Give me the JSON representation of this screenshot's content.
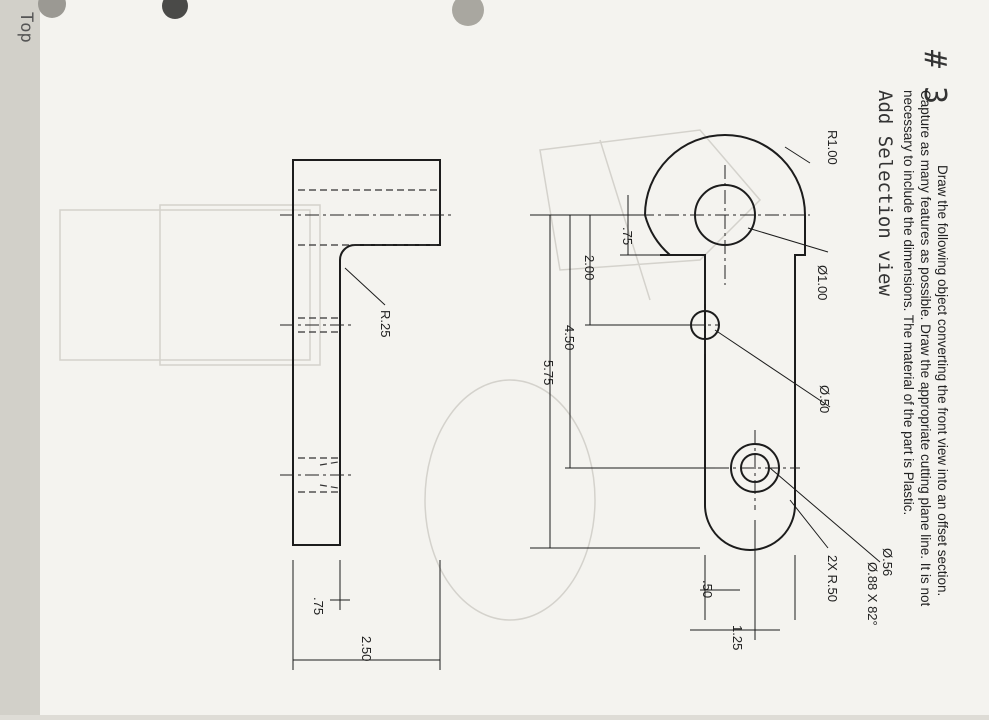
{
  "problem_number": "# 3",
  "instructions": [
    "Draw the following object converting the front view into an offset section.",
    "Capture as many features as possible. Draw the appropriate cutting plane line. It is not",
    "necessary to include the dimensions. The material of the part is Plastic."
  ],
  "handwritten": {
    "note": "Add Selection view",
    "margin_label": "Top"
  },
  "dimensions": {
    "radius_large": "R1.00",
    "hole_large": "Ø1.00",
    "hole_small": "Ø.50",
    "counterbore_hole": "Ø.56",
    "countersink": "Ø.88 X 82°",
    "radius_pair": "2X R.50",
    "d_075_top": ".75",
    "d_200": "2.00",
    "d_450": "4.50",
    "d_575": "5.75",
    "d_050": ".50",
    "d_125": "1.25",
    "fillet": "R.25",
    "d_075_side": ".75",
    "d_250": "2.50"
  },
  "colors": {
    "paper": "#f4f3ef",
    "ink": "#1c1c1c",
    "background": "#dedcd6"
  }
}
